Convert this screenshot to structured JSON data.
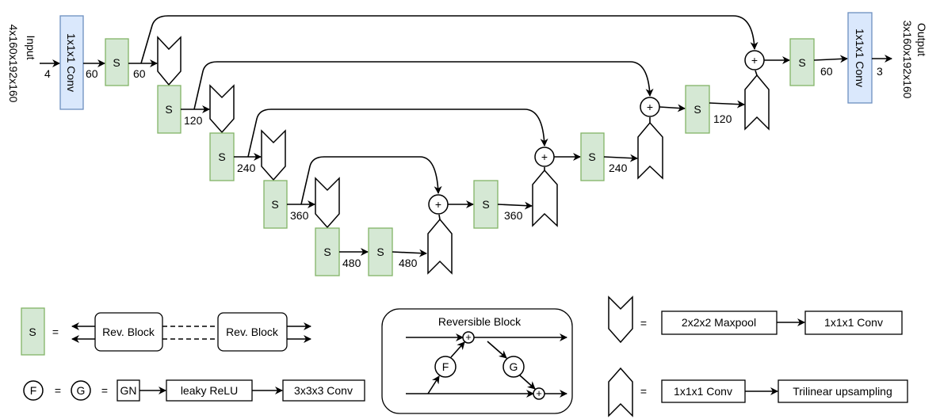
{
  "input": {
    "label": "Input",
    "shape": "4x160x192x160",
    "channels": "4"
  },
  "output": {
    "label": "Output",
    "shape": "3x160x192x160",
    "channels": "3"
  },
  "conv_label": "1x1x1 Conv",
  "s_label": "S",
  "plus": "+",
  "encoder_channels": [
    "60",
    "60",
    "120",
    "240",
    "360",
    "480",
    "480"
  ],
  "decoder_channels": [
    "360",
    "240",
    "120",
    "60"
  ],
  "colors": {
    "s_fill": "#d5e8d4",
    "s_stroke": "#82b366",
    "conv_fill": "#dae8fc",
    "conv_stroke": "#6c8ebf"
  },
  "legend": {
    "equals": "=",
    "rev_block": "Rev. Block",
    "f": "F",
    "g": "G",
    "gn": "GN",
    "relu": "leaky ReLU",
    "conv3": "3x3x3 Conv",
    "reversible_title": "Reversible Block",
    "maxpool": "2x2x2 Maxpool",
    "conv1": "1x1x1 Conv",
    "upsample": "Trilinear upsampling"
  }
}
